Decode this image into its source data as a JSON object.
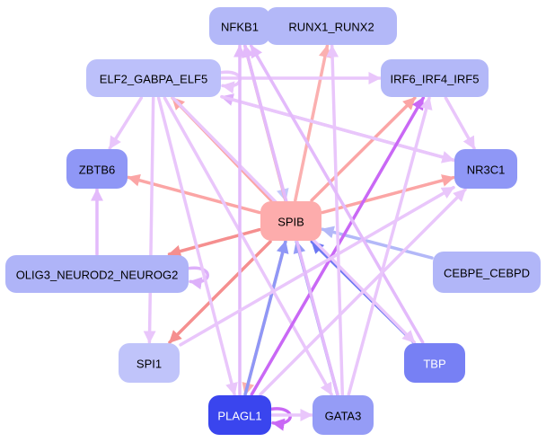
{
  "graph": {
    "title": "Transcription factor regulatory network",
    "nodes": [
      {
        "id": "NFKB1",
        "label": "NFKB1",
        "fill": "#b3b8f8",
        "text_color": "#000000"
      },
      {
        "id": "RUNX1_RUNX2",
        "label": "RUNX1_RUNX2",
        "fill": "#b3b8f8",
        "text_color": "#000000"
      },
      {
        "id": "ELF2_GABPA_ELF5",
        "label": "ELF2_GABPA_ELF5",
        "fill": "#bcc0fa",
        "text_color": "#000000"
      },
      {
        "id": "IRF6_IRF4_IRF5",
        "label": "IRF6_IRF4_IRF5",
        "fill": "#b3b8f8",
        "text_color": "#000000"
      },
      {
        "id": "ZBTB6",
        "label": "ZBTB6",
        "fill": "#8f97f6",
        "text_color": "#000000"
      },
      {
        "id": "NR3C1",
        "label": "NR3C1",
        "fill": "#8f97f6",
        "text_color": "#000000"
      },
      {
        "id": "SPIB",
        "label": "SPIB",
        "fill": "#fdacac",
        "text_color": "#000000"
      },
      {
        "id": "OLIG3_NEUROD2_NEUROG2",
        "label": "OLIG3_NEUROD2_NEUROG2",
        "fill": "#afb4f8",
        "text_color": "#000000"
      },
      {
        "id": "CEBPE_CEBPD",
        "label": "CEBPE_CEBPD",
        "fill": "#b1b6f8",
        "text_color": "#000000"
      },
      {
        "id": "SPI1",
        "label": "SPI1",
        "fill": "#c0c4fa",
        "text_color": "#000000"
      },
      {
        "id": "TBP",
        "label": "TBP",
        "fill": "#7780f4",
        "text_color": "#ffffff"
      },
      {
        "id": "PLAGL1",
        "label": "PLAGL1",
        "fill": "#3a45ee",
        "text_color": "#ffffff"
      },
      {
        "id": "GATA3",
        "label": "GATA3",
        "fill": "#959cf6",
        "text_color": "#000000"
      }
    ],
    "edges": [
      {
        "from": "NFKB1",
        "to": "RUNX1_RUNX2",
        "color": "#c968f5",
        "self_pair": true
      },
      {
        "from": "RUNX1_RUNX2",
        "to": "NFKB1",
        "color": "#c968f5",
        "self_pair": true
      },
      {
        "from": "NFKB1",
        "to": "SPIB",
        "color": "#c4c8fa"
      },
      {
        "from": "SPIB",
        "to": "NFKB1",
        "color": "#fbb0b0"
      },
      {
        "from": "SPIB",
        "to": "RUNX1_RUNX2",
        "color": "#fbb0b0"
      },
      {
        "from": "SPIB",
        "to": "ELF2_GABPA_ELF5",
        "color": "#fba5a5"
      },
      {
        "from": "SPIB",
        "to": "IRF6_IRF4_IRF5",
        "color": "#fba5a5"
      },
      {
        "from": "SPIB",
        "to": "ZBTB6",
        "color": "#fba5a5"
      },
      {
        "from": "SPIB",
        "to": "NR3C1",
        "color": "#fba5a5"
      },
      {
        "from": "SPIB",
        "to": "OLIG3_NEUROD2_NEUROG2",
        "color": "#f58f8f"
      },
      {
        "from": "SPIB",
        "to": "SPI1",
        "color": "#f58f8f"
      },
      {
        "from": "SPIB",
        "to": "PLAGL1",
        "color": "#fbb0b0"
      },
      {
        "from": "CEBPE_CEBPD",
        "to": "SPIB",
        "color": "#b3b8f8"
      },
      {
        "from": "TBP",
        "to": "SPIB",
        "color": "#6b76f2"
      },
      {
        "from": "PLAGL1",
        "to": "SPIB",
        "color": "#8f97f6"
      },
      {
        "from": "GATA3",
        "to": "SPIB",
        "color": "#959cf6"
      },
      {
        "from": "ELF2_GABPA_ELF5",
        "to": "IRF6_IRF4_IRF5",
        "color": "#e9c6fb"
      },
      {
        "from": "NR3C1",
        "to": "ELF2_GABPA_ELF5",
        "color": "#ddb0fa"
      },
      {
        "from": "ELF2_GABPA_ELF5",
        "to": "NR3C1",
        "color": "#e9c6fb"
      },
      {
        "from": "ELF2_GABPA_ELF5",
        "to": "ZBTB6",
        "color": "#e9c6fb"
      },
      {
        "from": "ELF2_GABPA_ELF5",
        "to": "SPI1",
        "color": "#e9c6fb"
      },
      {
        "from": "ELF2_GABPA_ELF5",
        "to": "GATA3",
        "color": "#e9c6fb"
      },
      {
        "from": "ELF2_GABPA_ELF5",
        "to": "TBP",
        "color": "#e9c6fb"
      },
      {
        "from": "ELF2_GABPA_ELF5",
        "to": "ELF2_GABPA_ELF5",
        "color": "#e9c6fb",
        "self": true
      },
      {
        "from": "IRF6_IRF4_IRF5",
        "to": "NR3C1",
        "color": "#e9c6fb"
      },
      {
        "from": "PLAGL1",
        "to": "IRF6_IRF4_IRF5",
        "color": "#c968f5"
      },
      {
        "from": "OLIG3_NEUROD2_NEUROG2",
        "to": "ZBTB6",
        "color": "#e3bafb"
      },
      {
        "from": "OLIG3_NEUROD2_NEUROG2",
        "to": "OLIG3_NEUROD2_NEUROG2",
        "color": "#ddb0fa",
        "self": true
      },
      {
        "from": "PLAGL1",
        "to": "NFKB1",
        "color": "#e3bafb"
      },
      {
        "from": "PLAGL1",
        "to": "PLAGL1",
        "color": "#c968f5",
        "self": true
      },
      {
        "from": "PLAGL1",
        "to": "GATA3",
        "color": "#e9c6fb"
      },
      {
        "from": "PLAGL1",
        "to": "NR3C1",
        "color": "#e9c6fb"
      },
      {
        "from": "SPI1",
        "to": "NR3C1",
        "color": "#e9c6fb"
      },
      {
        "from": "GATA3",
        "to": "NFKB1",
        "color": "#e3bafb"
      },
      {
        "from": "GATA3",
        "to": "RUNX1_RUNX2",
        "color": "#e9c6fb"
      },
      {
        "from": "TBP",
        "to": "NFKB1",
        "color": "#e3bafb"
      },
      {
        "from": "GATA3",
        "to": "IRF6_IRF4_IRF5",
        "color": "#e9c6fb"
      },
      {
        "from": "ELF2_GABPA_ELF5",
        "to": "PLAGL1",
        "color": "#e9c6fb"
      }
    ]
  }
}
